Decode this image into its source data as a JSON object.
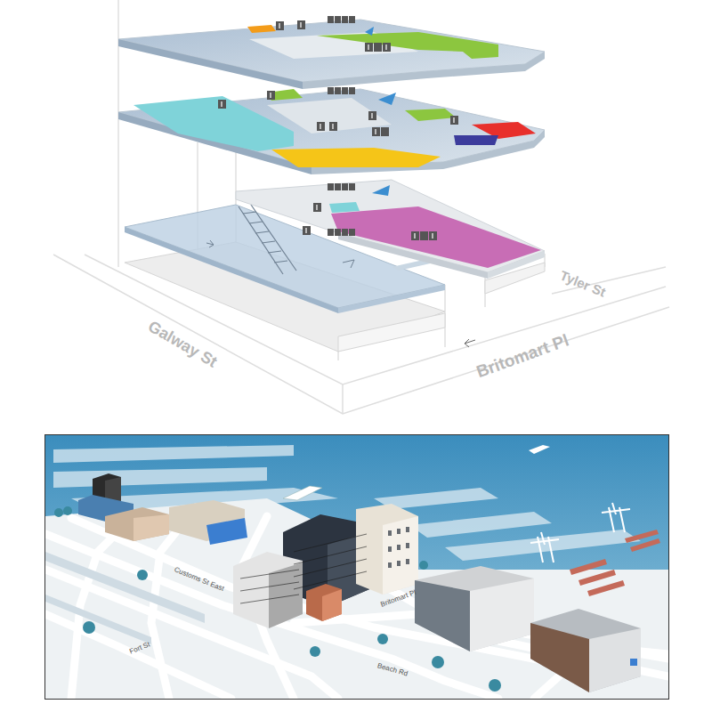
{
  "diagram": {
    "labels": [
      "Tyler St",
      "Galway St",
      "Britomart Pl",
      "Customs St East",
      "Fort St",
      "Britomart Pl",
      "Beach Rd"
    ]
  }
}
